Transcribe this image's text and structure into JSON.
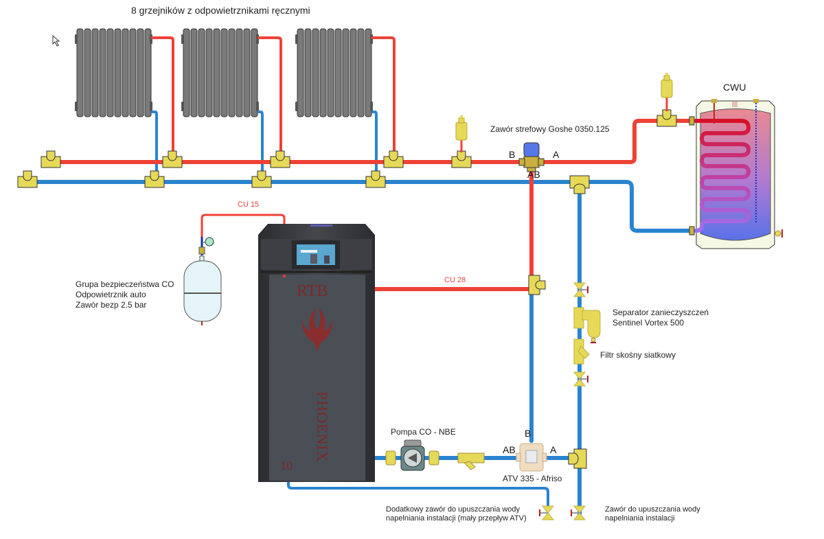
{
  "diagram": {
    "title": "8 grzejników z odpowietrznikami ręcznymi",
    "colors": {
      "supply_pipe": "#ef4136",
      "return_pipe": "#2a84cf",
      "fitting": "#e6d958",
      "boiler": "#3b3d42",
      "boiler_logo": "#7a2a2a"
    },
    "labels": {
      "zone_valve": "Zawór strefowy Goshe 0350.125",
      "zone_valve_port_b": "B",
      "zone_valve_port_a": "A",
      "zone_valve_port_ab": "AB",
      "cwu": "CWU",
      "cu15": "CU 15",
      "cu28": "CU 28",
      "safety_group": [
        "Grupa bezpieczeństwa CO",
        "Odpowietrznik auto",
        "Zawór bezp 2.5 bar"
      ],
      "separator": [
        "Separator zanieczyszczeń",
        "Sentinel Vortex 500"
      ],
      "filter": "Filtr skośny siatkowy",
      "pump": "Pompa CO - NBE",
      "atv_port_b": "B",
      "atv_port_ab": "AB",
      "atv_port_a": "A",
      "atv": "ATV 335 - Afriso",
      "drain_extra": [
        "Dodatkowy zawór do upuszczania wody",
        "napelniania instalacji (mały przepływ ATV)"
      ],
      "drain_main": [
        "Zawór do upuszczania wody",
        "napelniania instalacji"
      ]
    },
    "boiler": {
      "brand": "RTB",
      "model": "PHOENIX",
      "size": "10"
    },
    "radiators_shown": 3
  }
}
